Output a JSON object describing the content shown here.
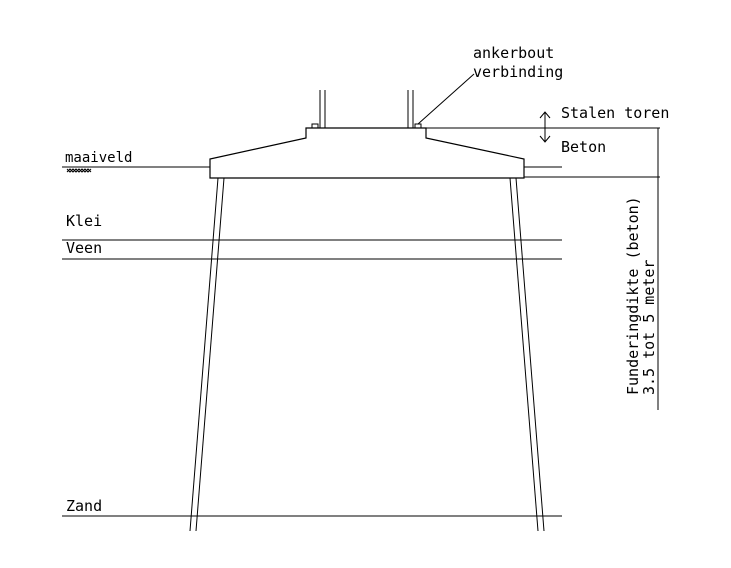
{
  "labels": {
    "anker_line1": "ankerbout",
    "anker_line2": "verbinding",
    "stalen_toren": "Stalen toren",
    "beton": "Beton",
    "maaiveld": "maaiveld",
    "klei": "Klei",
    "veen": "Veen",
    "zand": "Zand",
    "fundering_line1": "Funderingdikte (beton)",
    "fundering_line2": "3.5 tot 5 meter"
  },
  "colors": {
    "line": "#000000",
    "background": "#ffffff"
  }
}
